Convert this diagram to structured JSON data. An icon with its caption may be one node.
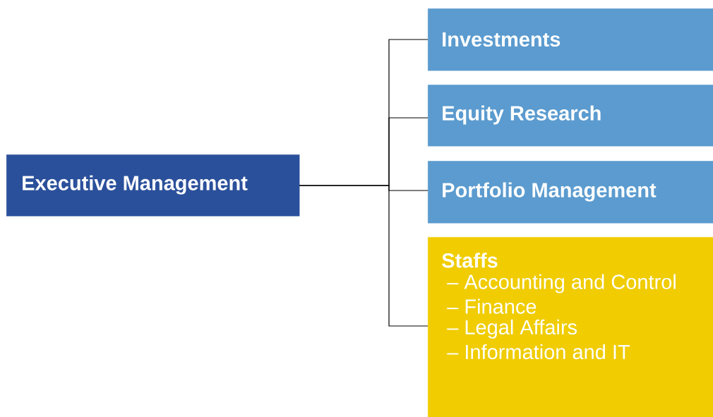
{
  "diagram": {
    "nodes": [
      {
        "text": [
          "Executive Management"
        ]
      },
      {
        "text": [
          "Investments"
        ]
      },
      {
        "text": [
          "Equity Research"
        ]
      },
      {
        "text": [
          "Portfolio Management"
        ]
      },
      {
        "text": [
          "Staffs",
          "– Accounting and Control",
          "– Finance",
          "– Legal Affairs",
          "– Information and IT"
        ]
      }
    ],
    "edges": [
      {
        "from": 0,
        "to": 1,
        "arrow": "none"
      },
      {
        "from": 0,
        "to": 2,
        "arrow": "none"
      },
      {
        "from": 0,
        "to": 3,
        "arrow": "none"
      },
      {
        "from": 0,
        "to": 4,
        "arrow": "none"
      }
    ]
  }
}
